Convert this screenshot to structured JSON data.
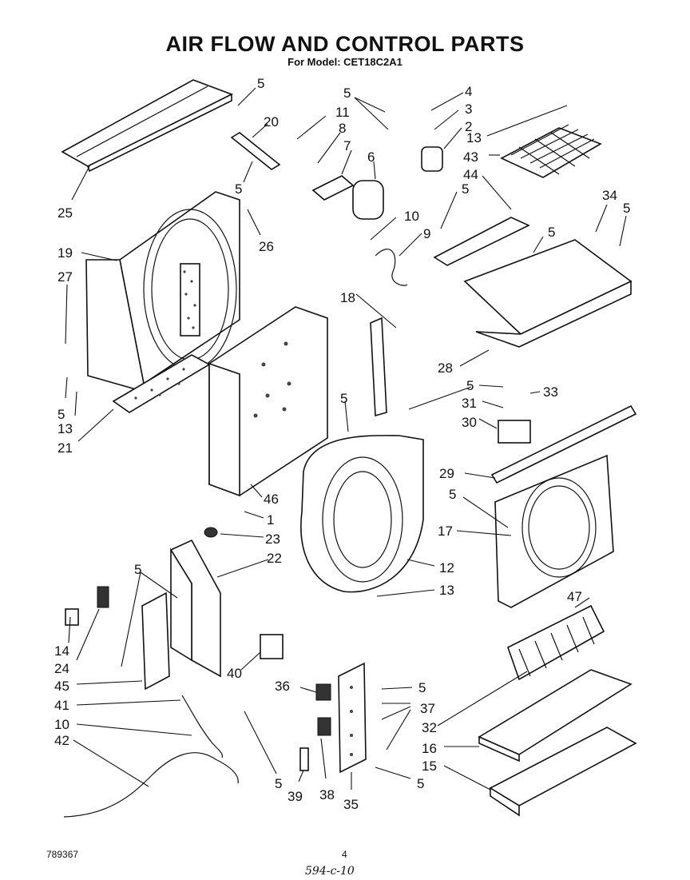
{
  "header": {
    "title": "AIR FLOW AND CONTROL PARTS",
    "subtitle": "For Model: CET18C2A1"
  },
  "footer": {
    "doc_number": "789367",
    "page_number": "4",
    "handwritten_note": "594-c-10"
  },
  "labels": [
    "5",
    "20",
    "25",
    "5",
    "19",
    "27",
    "26",
    "5",
    "13",
    "21",
    "11",
    "8",
    "7",
    "5",
    "4",
    "3",
    "2",
    "6",
    "10",
    "9",
    "13",
    "43",
    "44",
    "5",
    "34",
    "5",
    "5",
    "18",
    "28",
    "5",
    "5",
    "31",
    "33",
    "30",
    "1",
    "46",
    "23",
    "22",
    "12",
    "13",
    "29",
    "5",
    "17",
    "5",
    "14",
    "24",
    "45",
    "41",
    "10",
    "42",
    "47",
    "40",
    "36",
    "5",
    "37",
    "32",
    "16",
    "15",
    "5",
    "38",
    "39",
    "35",
    "5"
  ]
}
